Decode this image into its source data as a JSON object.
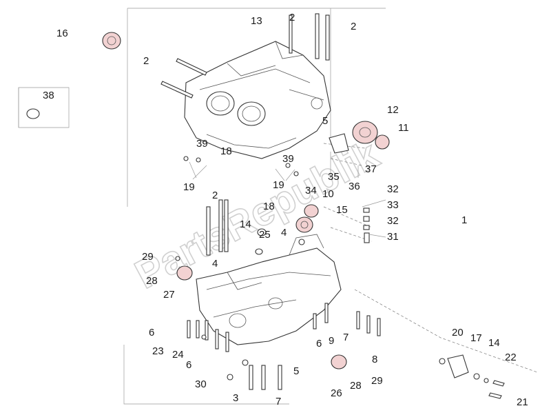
{
  "callouts": [
    "16",
    "38",
    "2",
    "13",
    "2",
    "2",
    "12",
    "11",
    "5",
    "39",
    "18",
    "39",
    "19",
    "19",
    "35",
    "37",
    "36",
    "34",
    "10",
    "2",
    "18",
    "15",
    "32",
    "33",
    "32",
    "31",
    "1",
    "14",
    "25",
    "4",
    "29",
    "4",
    "28",
    "27",
    "6",
    "23",
    "24",
    "6",
    "30",
    "3",
    "7",
    "5",
    "6",
    "9",
    "7",
    "8",
    "26",
    "28",
    "29",
    "20",
    "17",
    "14",
    "22",
    "21"
  ],
  "watermark": "PartsRepublik"
}
